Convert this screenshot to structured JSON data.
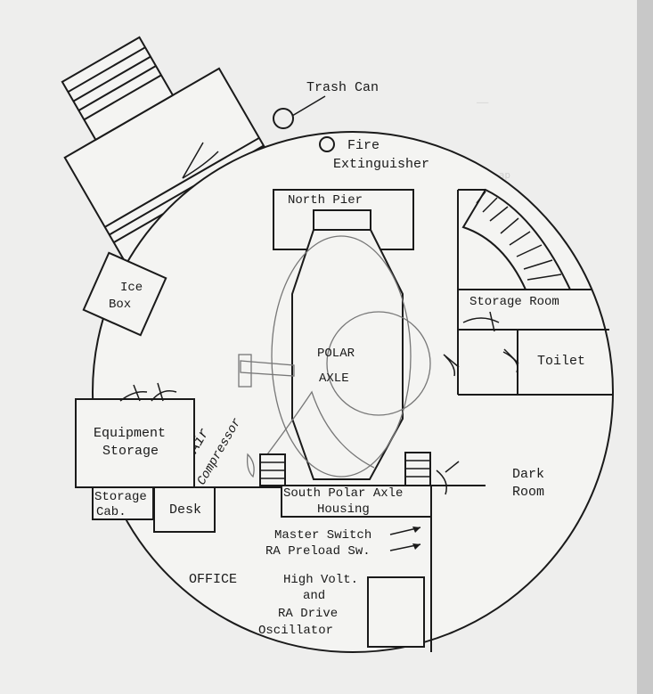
{
  "labels": {
    "trash_can": "Trash Can",
    "fire": "Fire",
    "extinguisher": "Extinguisher",
    "north_pier": "North Pier",
    "ice": "Ice",
    "box": "Box",
    "storage_room": "Storage Room",
    "toilet": "Toilet",
    "polar": "POLAR",
    "axle": "AXLE",
    "equipment": "Equipment",
    "storage": "Storage",
    "air": "Air",
    "compressor": "Compressor",
    "dark": "Dark",
    "room": "Room",
    "storage_cab_1": "Storage",
    "storage_cab_2": "Cab.",
    "desk": "Desk",
    "south_polar_axle": "South Polar Axle",
    "housing": "Housing",
    "master_switch": "Master Switch",
    "ra_preload": "RA Preload Sw.",
    "office": "OFFICE",
    "high_volt": "High Volt.",
    "and": "and",
    "ra_drive": "RA Drive",
    "oscillator": "Oscillator"
  },
  "colors": {
    "ink": "#1a1a1a",
    "paper": "#f4f4f2",
    "pencil": "#777777"
  }
}
